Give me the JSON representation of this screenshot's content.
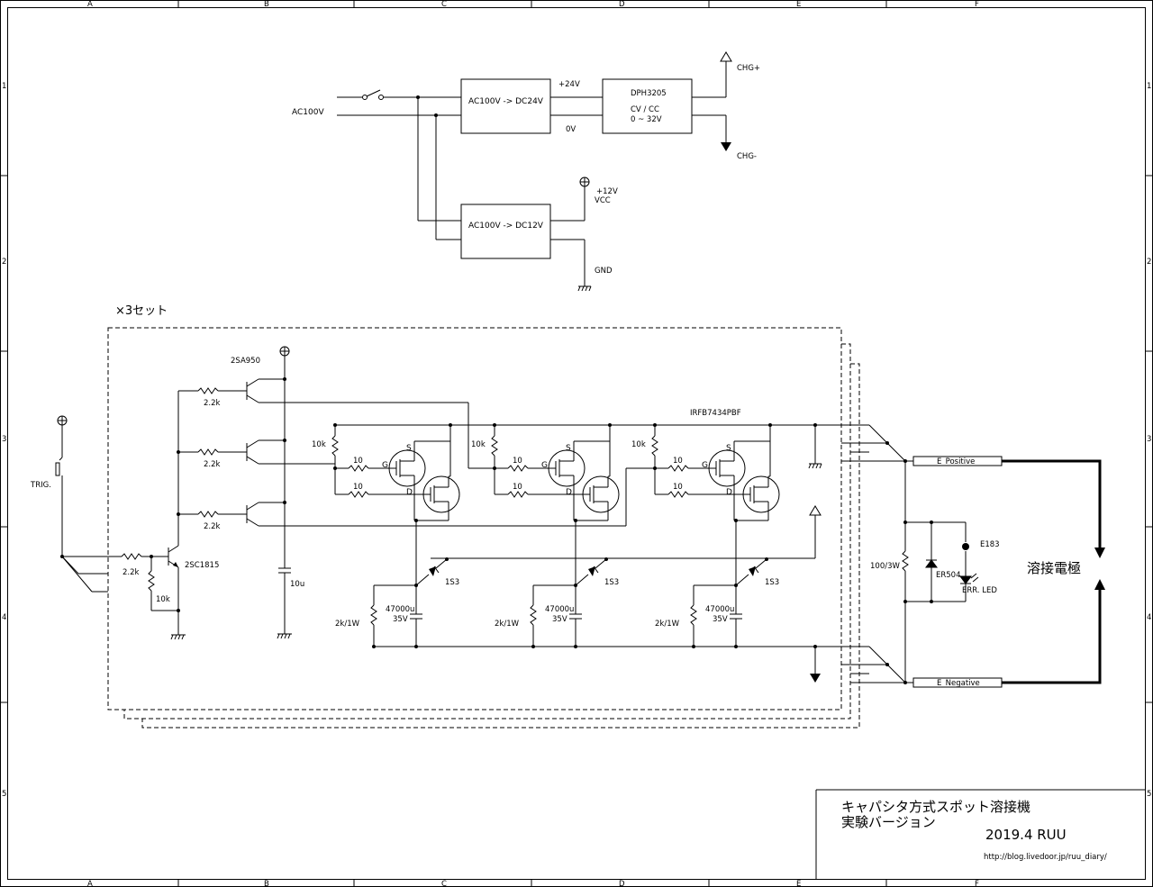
{
  "frame": {
    "columns": [
      "A",
      "B",
      "C",
      "D",
      "E",
      "F"
    ],
    "rows": [
      "1",
      "2",
      "3",
      "4",
      "5"
    ]
  },
  "power": {
    "ac_in": "AC100V",
    "conv24": "AC100V -> DC24V",
    "conv12": "AC100V -> DC12V",
    "plus24": "+24V",
    "zero_v": "0V",
    "dph_name": "DPH3205",
    "dph_mode": "CV / CC",
    "dph_range": "0 ~ 32V",
    "chg_plus": "CHG+",
    "chg_minus": "CHG-",
    "plus12": "+12V",
    "vcc": "VCC",
    "gnd": "GND"
  },
  "module": {
    "set_note": "×3セット",
    "pnp": "2SA950",
    "npn": "2SC1815",
    "r_base": "2.2k",
    "r_10k": "10k",
    "r_gate": "10",
    "cap_vcc": "10u",
    "trig": "TRIG.",
    "mosfet": "IRFB7434PBF",
    "pin_s": "S",
    "pin_g": "G",
    "pin_d": "D",
    "diode": "1S3",
    "cap_main": "47000u",
    "cap_volt": "35V",
    "r_bleed": "2k/1W"
  },
  "output": {
    "e_pos": "E_Positive",
    "e_neg": "E_Negative",
    "r_load": "100/3W",
    "zener": "ER504",
    "e183": "E183",
    "err_led": "ERR. LED",
    "electrode": "溶接電極"
  },
  "titleblock": {
    "title": "キャパシタ方式スポット溶接機",
    "subtitle": "実験バージョン",
    "date": "2019.4 RUU",
    "url": "http://blog.livedoor.jp/ruu_diary/"
  }
}
